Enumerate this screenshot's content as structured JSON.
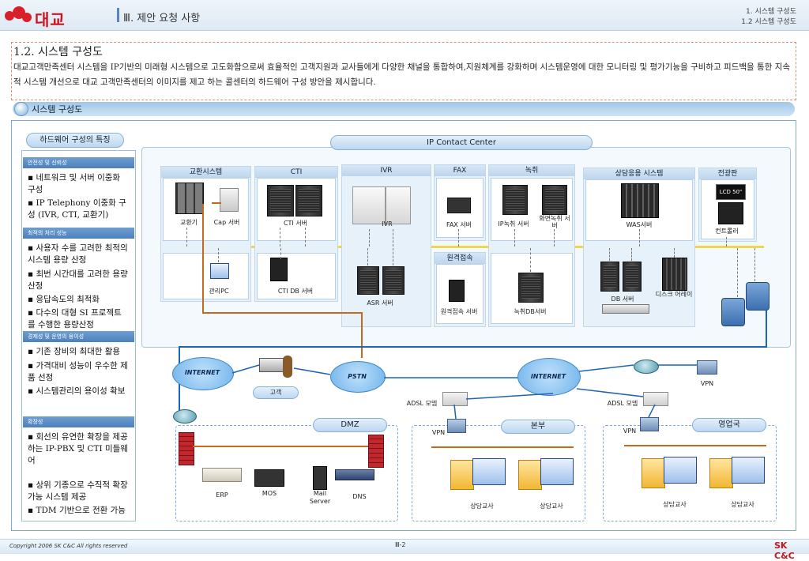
{
  "header": {
    "logo_text": "대교",
    "section_title": "Ⅲ. 제안 요청 사항",
    "crumb_1": "1. 시스템 구성도",
    "crumb_2": "1.2 시스템 구성도"
  },
  "intro": {
    "heading": "1.2. 시스템 구성도",
    "paragraph": "대교고객만족센터 시스템을 IP기반의 미래형 시스템으로 고도화함으로써 효율적인 고객지원과 교사들에게 다양한 채널을 통합하여,지원체계를 강화하며 시스템운영에 대한 모니터링 및 평가기능을 구비하고 피드백을 통한 지속적 시스템 개선으로 대교 고객만족센터의 이미지를 제고 하는 콜센터의 하드웨어 구성 방안을 제시합니다."
  },
  "ribbon_title": "시스템 구성도",
  "left_panel": {
    "title": "하드웨어 구성의 특징",
    "categories": [
      {
        "name": "안전성 및 신뢰성",
        "items": [
          "네트워크 및 서버 이중화 구성",
          "IP Telephony 이중화 구성 (IVR, CTI, 교환기)"
        ]
      },
      {
        "name": "최적의 처리 성능",
        "items": [
          "사용자 수를 고려한 최적의 시스템 용량 산정",
          "최번 시간대를 고려한 용량 산정",
          "응답속도의 최적화",
          "다수의 대형 SI 프로젝트를 수행한 용량산정"
        ]
      },
      {
        "name": "경제성 및 운영의 용이성",
        "items": [
          "기존 장비의 최대한 활용",
          "가격대비 성능이 우수한 제품 선정",
          "시스템관리의 용이성 확보"
        ]
      },
      {
        "name": "확장성",
        "items": [
          "회선의 유연한 확장을 제공하는 IP-PBX 및 CTI 미들웨어",
          "상위 기종으로 수직적 확장 가능 시스템 제공",
          "TDM 기반으로 전환 가능"
        ]
      }
    ]
  },
  "center": {
    "title": "IP Contact Center",
    "groups": {
      "exchange": {
        "title": "교환시스템",
        "pbx": "교환기",
        "cap": "Cap 서버",
        "mgmt": "관리PC"
      },
      "cti": {
        "title": "CTI",
        "server": "CTI 서버",
        "db": "CTI DB 서버"
      },
      "ivr": {
        "title": "IVR",
        "server": "IVR",
        "asr": "ASR 서버"
      },
      "fax": {
        "title": "FAX",
        "server": "FAX 서버"
      },
      "remote": {
        "title": "원격접속",
        "server": "원격접속 서버"
      },
      "rec": {
        "title": "녹취",
        "ip": "IP녹취 서버",
        "screen": "화면녹취 서버",
        "db": "녹취DB서버"
      },
      "app": {
        "title": "상담응용 시스템",
        "was": "WAS서버",
        "db": "DB 서버",
        "disk": "디스크 어레이"
      },
      "display": {
        "title": "전광판",
        "lcd": "LCD 50\"",
        "ctrl": "컨트롤러"
      }
    }
  },
  "network": {
    "internet_left": "INTERNET",
    "pstn": "PSTN",
    "customer": "고객",
    "internet_right": "INTERNET",
    "vpn_top": "VPN",
    "adsl_left": "ADSL 모뎀",
    "adsl_right": "ADSL 모뎀",
    "dmz": {
      "title": "DMZ",
      "erp": "ERP",
      "mos": "MOS",
      "mail": "Mail Server",
      "dns": "DNS"
    },
    "hq": {
      "title": "본부",
      "vpn": "VPN",
      "pc1": "상담교사",
      "pc2": "상담교사"
    },
    "branch": {
      "title": "영업국",
      "vpn": "VPN",
      "pc1": "상담교사",
      "pc2": "상담교사"
    }
  },
  "footer": {
    "copyright": "Copyright 2006 SK C&C All rights reserved",
    "page": "Ⅲ-2",
    "brand": "SK C&C"
  },
  "colors": {
    "accent": "#1e64b4",
    "brand": "#c81620",
    "bus": "#f2d64a",
    "link": "#c46a1c"
  }
}
